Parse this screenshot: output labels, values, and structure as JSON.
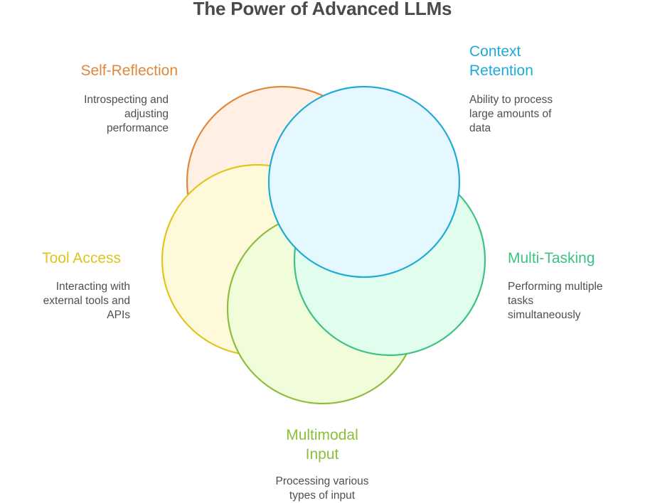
{
  "title": "The Power of Advanced LLMs",
  "items": [
    {
      "id": "self-reflection",
      "label": "Self-Reflection",
      "description": "Introspecting and adjusting performance",
      "color": "#E0873A",
      "stroke": "#E0873A",
      "fill": "#FFF0E3"
    },
    {
      "id": "context-retention",
      "label_lines": [
        "Context",
        "Retention"
      ],
      "label": "Context Retention",
      "description": "Ability to process large amounts of data",
      "color": "#1EAAD8",
      "stroke": "#22A9D6",
      "fill": "#E6F8FF"
    },
    {
      "id": "multi-tasking",
      "label": "Multi-Tasking",
      "description": "Performing multiple tasks simultaneously",
      "color": "#3CC281",
      "stroke": "#3DC283",
      "fill": "#E1FDEE"
    },
    {
      "id": "multimodal-input",
      "label_lines": [
        "Multimodal",
        "Input"
      ],
      "label": "Multimodal Input",
      "description": "Processing various types of input",
      "color": "#8BBF3A",
      "stroke": "#8FBD3C",
      "fill": "#F1FDDA"
    },
    {
      "id": "tool-access",
      "label": "Tool Access",
      "description": "Interacting with external tools and APIs",
      "color": "#DDC51A",
      "stroke": "#E0C51F",
      "fill": "#FFF9DC"
    }
  ],
  "text": {
    "self_reflection": {
      "label": "Self-Reflection",
      "desc_lines": [
        "Introspecting and",
        "adjusting",
        "performance"
      ]
    },
    "context_retention": {
      "label_lines": [
        "Context",
        "Retention"
      ],
      "desc_lines": [
        "Ability to process",
        "large amounts of",
        "data"
      ]
    },
    "multi_tasking": {
      "label": "Multi-Tasking",
      "desc_lines": [
        "Performing multiple",
        "tasks",
        "simultaneously"
      ]
    },
    "multimodal_input": {
      "label_lines": [
        "Multimodal",
        "Input"
      ],
      "desc_lines": [
        "Processing various",
        "types of input"
      ]
    },
    "tool_access": {
      "label": "Tool Access",
      "desc_lines": [
        "Interacting with",
        "external tools and",
        "APIs"
      ]
    }
  }
}
